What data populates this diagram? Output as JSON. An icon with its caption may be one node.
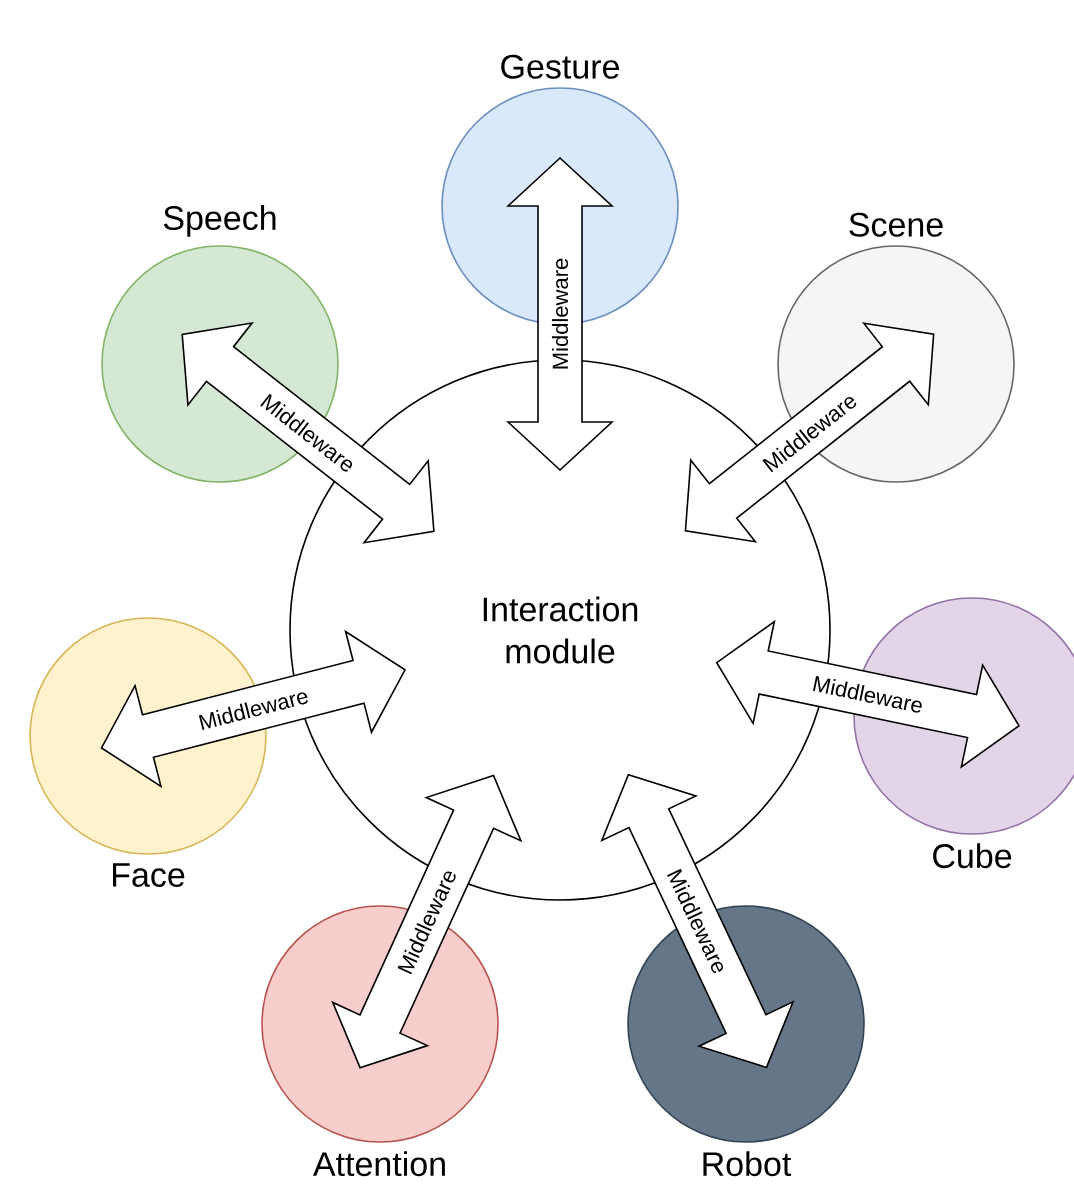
{
  "diagram": {
    "nodes": [
      {
        "text": [
          "Interaction module"
        ]
      },
      {
        "text": [
          "Gesture"
        ]
      },
      {
        "text": [
          "Speech"
        ]
      },
      {
        "text": [
          "Scene"
        ]
      },
      {
        "text": [
          "Face"
        ]
      },
      {
        "text": [
          "Cube"
        ]
      },
      {
        "text": [
          "Attention"
        ]
      },
      {
        "text": [
          "Robot"
        ]
      }
    ],
    "edges": [
      {
        "from": 1,
        "to": 0,
        "arrow": "both",
        "label": "Middleware"
      },
      {
        "from": 2,
        "to": 0,
        "arrow": "both",
        "label": "Middleware"
      },
      {
        "from": 3,
        "to": 0,
        "arrow": "both",
        "label": "Middleware"
      },
      {
        "from": 4,
        "to": 0,
        "arrow": "both",
        "label": "Middleware"
      },
      {
        "from": 5,
        "to": 0,
        "arrow": "both",
        "label": "Middleware"
      },
      {
        "from": 6,
        "to": 0,
        "arrow": "both",
        "label": "Middleware"
      },
      {
        "from": 7,
        "to": 0,
        "arrow": "both",
        "label": "Middleware"
      }
    ]
  }
}
